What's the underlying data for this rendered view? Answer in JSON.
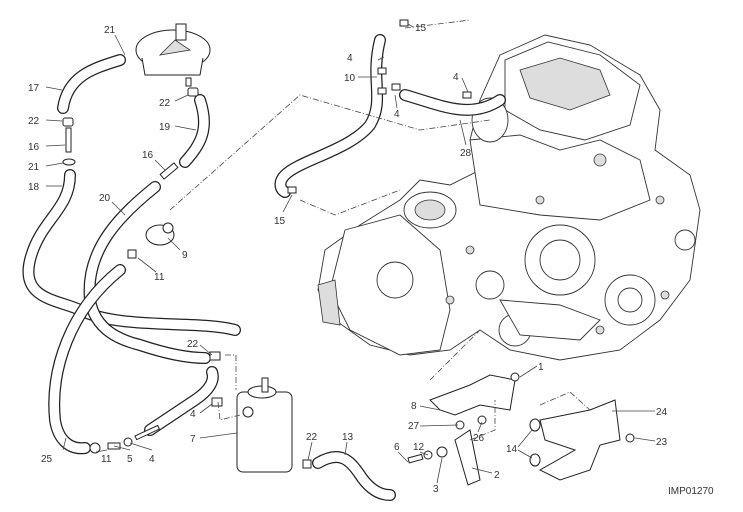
{
  "diagram": {
    "code": "IMP01270",
    "callouts": [
      {
        "id": "c21a",
        "text": "21"
      },
      {
        "id": "c17",
        "text": "17"
      },
      {
        "id": "c22a",
        "text": "22"
      },
      {
        "id": "c16a",
        "text": "16"
      },
      {
        "id": "c21b",
        "text": "21"
      },
      {
        "id": "c18",
        "text": "18"
      },
      {
        "id": "c22b",
        "text": "22"
      },
      {
        "id": "c19",
        "text": "19"
      },
      {
        "id": "c16b",
        "text": "16"
      },
      {
        "id": "c20",
        "text": "20"
      },
      {
        "id": "c9",
        "text": "9"
      },
      {
        "id": "c11a",
        "text": "11"
      },
      {
        "id": "c15a",
        "text": "15"
      },
      {
        "id": "c4a",
        "text": "4"
      },
      {
        "id": "c10",
        "text": "10"
      },
      {
        "id": "c15b",
        "text": "15"
      },
      {
        "id": "c4b",
        "text": "4"
      },
      {
        "id": "c4c",
        "text": "4"
      },
      {
        "id": "c28",
        "text": "28"
      },
      {
        "id": "c22c",
        "text": "22"
      },
      {
        "id": "c4d",
        "text": "4"
      },
      {
        "id": "c7",
        "text": "7"
      },
      {
        "id": "c25",
        "text": "25"
      },
      {
        "id": "c11b",
        "text": "11"
      },
      {
        "id": "c5",
        "text": "5"
      },
      {
        "id": "c4e",
        "text": "4"
      },
      {
        "id": "c22d",
        "text": "22"
      },
      {
        "id": "c13",
        "text": "13"
      },
      {
        "id": "c6",
        "text": "6"
      },
      {
        "id": "c12",
        "text": "12"
      },
      {
        "id": "c3",
        "text": "3"
      },
      {
        "id": "c2",
        "text": "2"
      },
      {
        "id": "c8",
        "text": "8"
      },
      {
        "id": "c27",
        "text": "27"
      },
      {
        "id": "c26",
        "text": "26"
      },
      {
        "id": "c1",
        "text": "1"
      },
      {
        "id": "c24",
        "text": "24"
      },
      {
        "id": "c14",
        "text": "14"
      },
      {
        "id": "c23",
        "text": "23"
      }
    ]
  }
}
